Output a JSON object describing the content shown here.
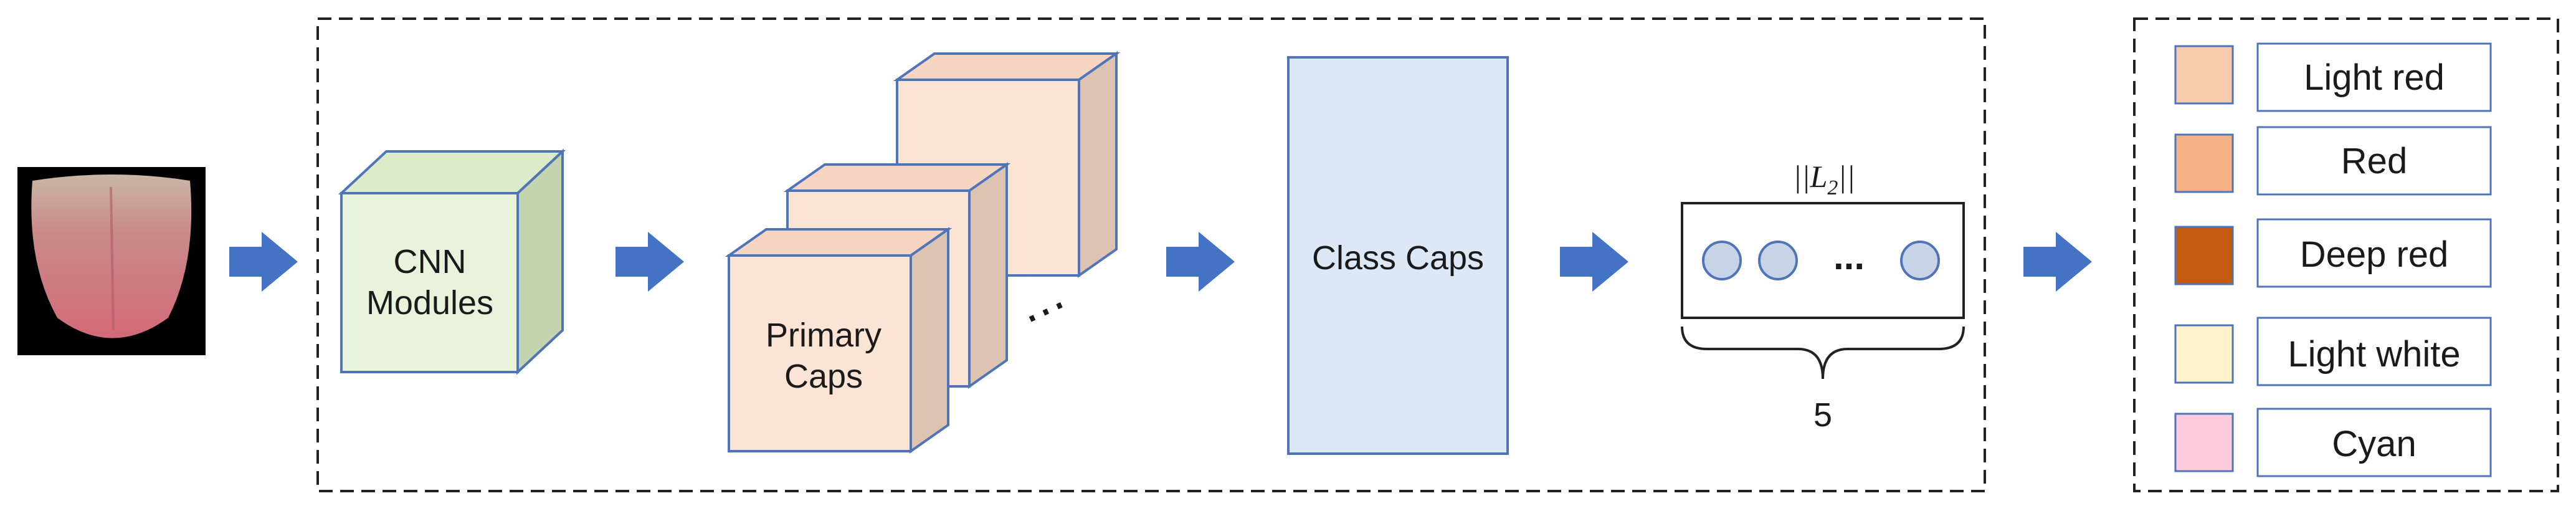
{
  "input": {
    "image_alt": "tongue image"
  },
  "cnn_block": {
    "line1": "CNN",
    "line2": "Modules",
    "face_color": "#e8f3dc",
    "top_color": "#dcebc9",
    "side_color": "#c4d4ae",
    "edge_color": "#4f74b8"
  },
  "primary_caps": {
    "line1": "Primary",
    "line2": "Caps",
    "ellipsis": "⋯",
    "face_color": "#fbe3d5",
    "top_color": "#f6d6c3",
    "side_color": "#dcc3b2"
  },
  "class_caps": {
    "label": "Class Caps",
    "fill_color": "#dce8f5"
  },
  "output_vector": {
    "norm_label": "||L2||",
    "ellipsis": "...",
    "count_label": "5",
    "circle_color": "#c7d3e6"
  },
  "legend": {
    "items": [
      {
        "label": "Light red",
        "color": "#f8cbad"
      },
      {
        "label": "Red",
        "color": "#f4b183"
      },
      {
        "label": "Deep red",
        "color": "#c55a11"
      },
      {
        "label": "Light white",
        "color": "#fff2cc"
      },
      {
        "label": "Cyan",
        "color": "#ffccdd"
      }
    ]
  },
  "colors": {
    "arrow": "#4472c4",
    "border": "#4f74b8",
    "dash": "#222222"
  }
}
